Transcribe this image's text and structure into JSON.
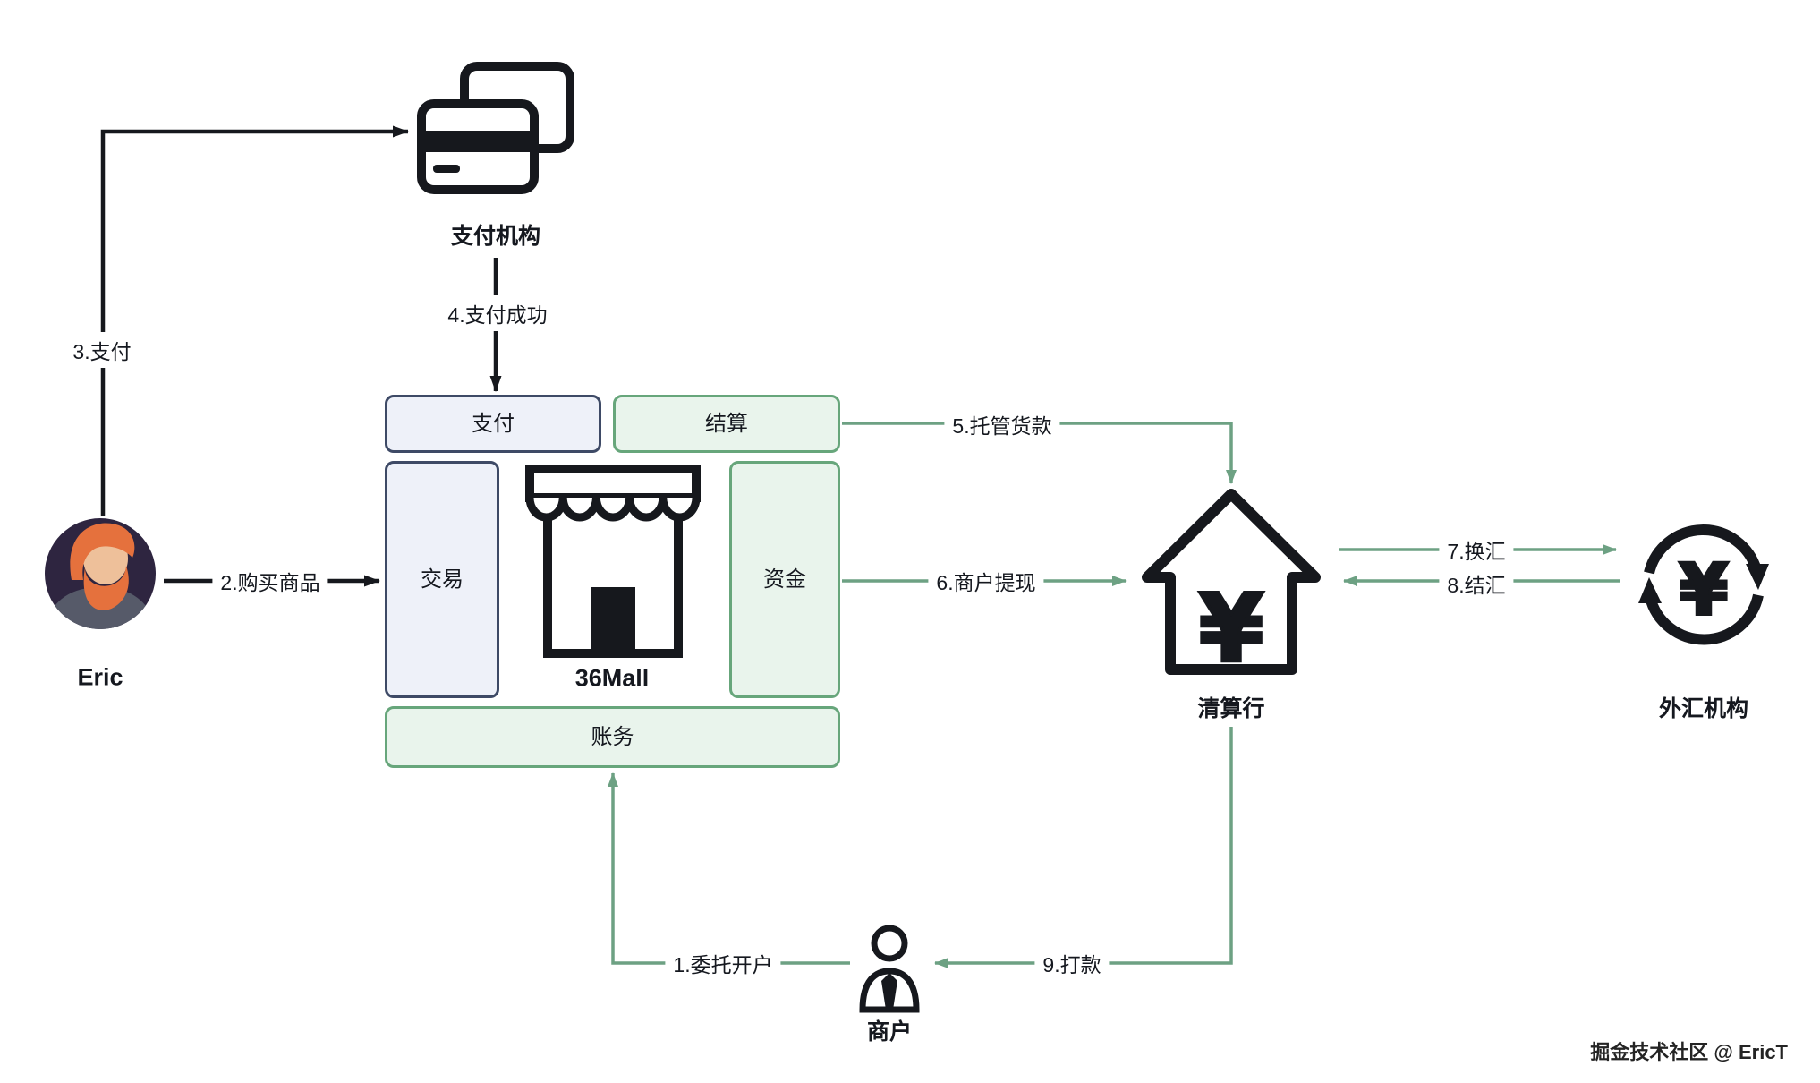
{
  "nodes": {
    "eric": "Eric",
    "payment_institution": "支付机构",
    "mall": "36Mall",
    "clearing_bank": "清算行",
    "forex": "外汇机构",
    "merchant": "商户"
  },
  "modules": {
    "pay": "支付",
    "settlement": "结算",
    "trade": "交易",
    "funds": "资金",
    "accounting": "账务"
  },
  "flows": {
    "f1": "1.委托开户",
    "f2": "2.购买商品",
    "f3": "3.支付",
    "f4": "4.支付成功",
    "f5": "5.托管货款",
    "f6": "6.商户提现",
    "f7": "7.换汇",
    "f8": "8.结汇",
    "f9": "9.打款"
  },
  "icons": {
    "currency_symbol": "¥",
    "payment_institution": "credit-cards-icon",
    "mall": "storefront-icon",
    "clearing_bank": "bank-house-icon",
    "forex": "currency-exchange-icon",
    "merchant": "merchant-person-icon",
    "eric": "avatar-icon"
  },
  "watermark": "掘金技术社区 @ EricT",
  "colors": {
    "ink": "#16181d",
    "green": "#6da183",
    "green-border": "#67a67b",
    "green-fill": "#e9f4ec",
    "blue-border": "#3e4a66",
    "blue-fill": "#eef1f9",
    "paper": "#ffffff"
  }
}
